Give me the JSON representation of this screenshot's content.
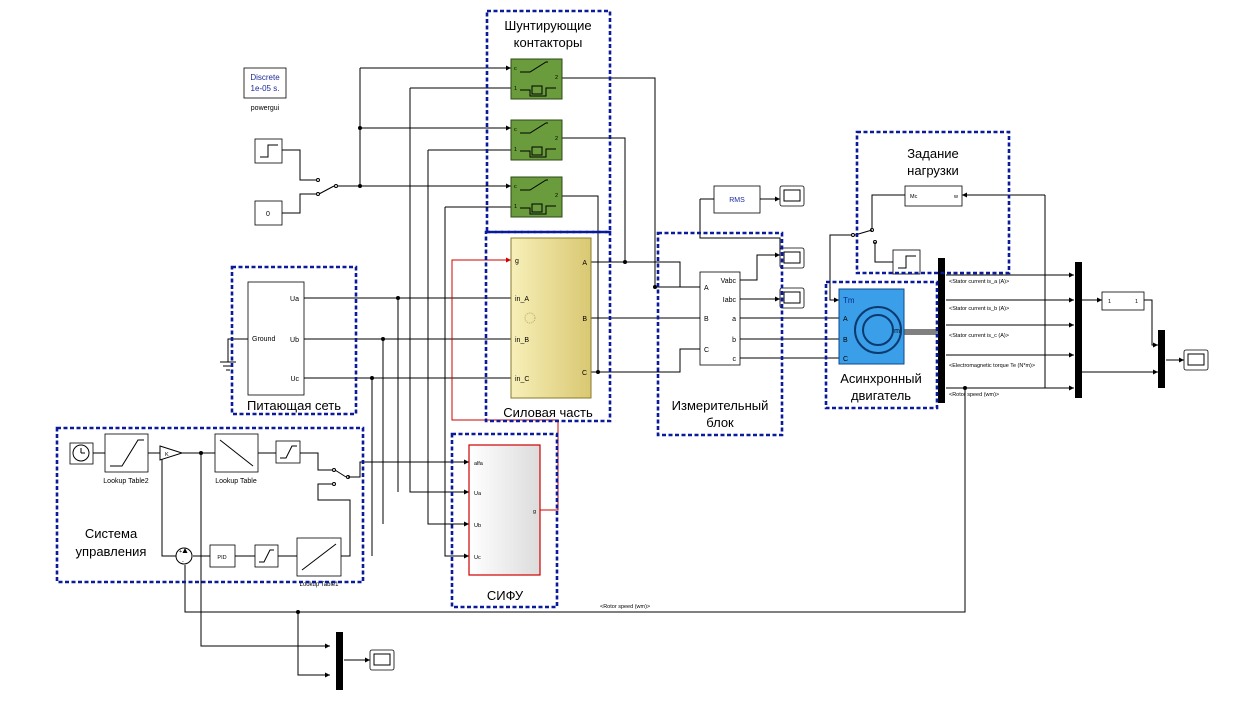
{
  "groups": {
    "bypass": [
      "Шунтирующие",
      "контакторы"
    ],
    "load": [
      "Задание",
      "нагрузки"
    ],
    "supply": "Питающая сеть",
    "power": "Силовая часть",
    "meas": [
      "Измерительный",
      "блок"
    ],
    "motor": [
      "Асинхронный",
      "двигатель"
    ],
    "control": [
      "Система",
      "управления"
    ],
    "sifu": "СИФУ"
  },
  "powergui": {
    "line1": "Discrete",
    "line2": "1e-05 s.",
    "caption": "powergui"
  },
  "blocks": {
    "const0": "0",
    "rms": "RMS",
    "mc": "Mc",
    "w": "w",
    "ground": "Ground",
    "ua": "Ua",
    "ub": "Ub",
    "uc": "Uc",
    "g": "g",
    "in_a": "in_A",
    "in_b": "in_B",
    "in_c": "in_C",
    "A": "A",
    "B": "B",
    "C": "C",
    "vabc": "Vabc",
    "iabc": "Iabc",
    "a": "a",
    "b": "b",
    "c": "c",
    "tm": "Tm",
    "m": "m",
    "alfa": "alfa",
    "pid": "PID",
    "lookup2": "Lookup Table2",
    "lookup": "Lookup Table",
    "lookup1": "Lookup Table1",
    "sel1": "1",
    "sel2": "1",
    "c_port": "c",
    "z_port": "2",
    "one_port": "1"
  },
  "signals": {
    "isa": "<Stator current is_a (A)>",
    "isb": "<Stator current is_b (A)>",
    "isc": "<Stator current is_c (A)>",
    "te": "<Electromagnetic torque Te (N*m)>",
    "wm": "<Rotor speed (wm)>",
    "wm_fb": "<Rotor speed (wm)>"
  }
}
